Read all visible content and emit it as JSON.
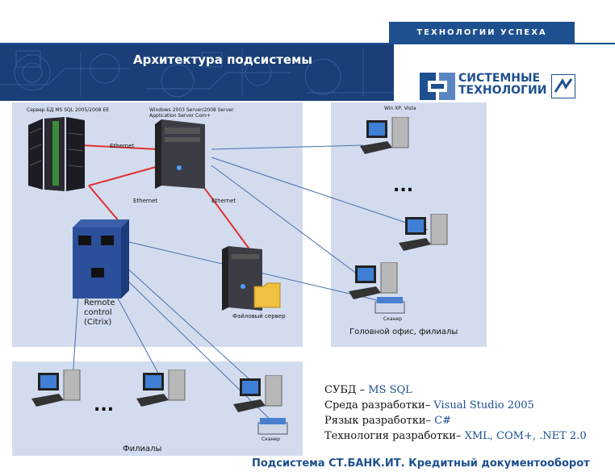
{
  "header": {
    "tab_label": "ТЕХНОЛОГИИ УСПЕХА",
    "title": "Архитектура подсистемы",
    "logo_line1": "СИСТЕМНЫЕ",
    "logo_line2": "ТЕХНОЛОГИИ"
  },
  "diagram": {
    "db_server_label": "Сервер БД MS SQL 2005/2008 EE",
    "app_server_label": "Windows 2003 Server/2008 Server Application Server Com+",
    "winxp_label": "Win XP, Vista",
    "ethernet_1": "Ethernet",
    "ethernet_2": "Ethernet",
    "ethernet_3": "Ethernet",
    "ellipsis": "...",
    "remote_label_1": "Remote",
    "remote_label_2": "control",
    "remote_label_3": "(Citrix)",
    "file_server_label": "Файловый сервер",
    "scanner_label_1": "Сканер",
    "scanner_label_2": "Сканер",
    "head_office_label": "Головной офис, филиалы",
    "branches_label": "Филиалы"
  },
  "info": {
    "dbms_label": "СУБД – ",
    "dbms_value": "MS SQL",
    "env_label": "Среда разработки– ",
    "env_value": "Visual Studio 2005",
    "lang_label": "Рязык разработки– ",
    "lang_value": "C#",
    "tech_label": "Технология разработки– ",
    "tech_value": "XML, COM+, .NET 2.0"
  },
  "footer": {
    "text": "Подсистема СТ.БАНК.ИТ. Кредитный документооборот"
  },
  "colors": {
    "brand_blue": "#1e4f8f",
    "zone_fill": "#d3dcee",
    "red_link": "#e03030",
    "blue_link": "#4a6fb0"
  }
}
